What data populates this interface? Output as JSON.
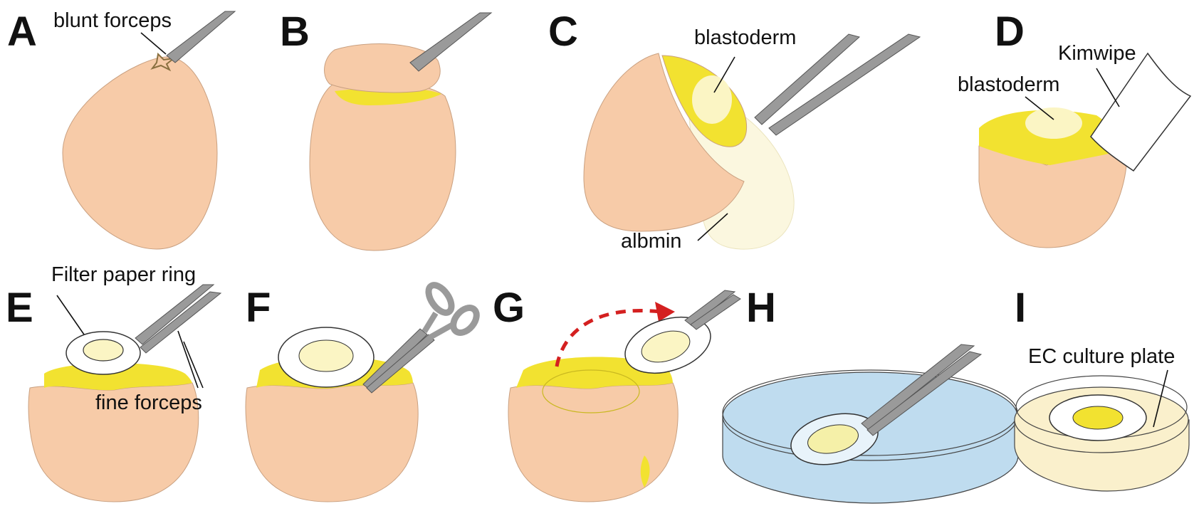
{
  "panels": [
    {
      "letter": "A",
      "labels": [
        "blunt forceps"
      ]
    },
    {
      "letter": "B",
      "labels": []
    },
    {
      "letter": "C",
      "labels": [
        "blastoderm",
        "albmin"
      ]
    },
    {
      "letter": "D",
      "labels": [
        "Kimwipe",
        "blastoderm"
      ]
    },
    {
      "letter": "E",
      "labels": [
        "Filter paper ring",
        "fine forceps"
      ]
    },
    {
      "letter": "F",
      "labels": []
    },
    {
      "letter": "G",
      "labels": []
    },
    {
      "letter": "H",
      "labels": []
    },
    {
      "letter": "I",
      "labels": [
        "EC culture plate"
      ]
    }
  ],
  "colors": {
    "eggshell": "#F7CBA8",
    "yolk": "#F2E230",
    "blastoderm": "#FBF5C4",
    "albumen": "#FBF7DC",
    "forceps": "#9A9A9A",
    "saline": "#BFDCEF",
    "culture_medium": "#FAF0CC",
    "arrow": "#D42020"
  },
  "icons": [
    "forceps-icon",
    "scissors-icon",
    "curved-arrow-icon",
    "petri-dish-icon"
  ]
}
